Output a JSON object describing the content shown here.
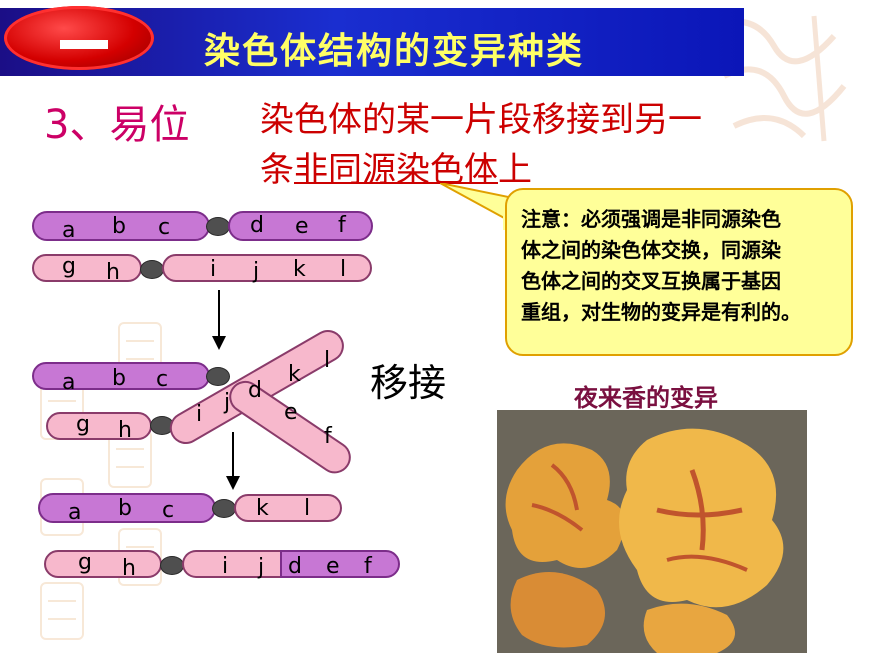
{
  "header": {
    "badge_symbol": "一",
    "title": "染色体结构的变异种类"
  },
  "section": {
    "label": "3、易位",
    "definition_line1": "染色体的某一片段移接到另一",
    "definition_line2_prefix": "条",
    "definition_line2_underlined": "非同源染色体",
    "definition_line2_suffix": "上"
  },
  "callout": {
    "line1": "注意：必须强调是非同源染色",
    "line2": "体之间的染色体交换，同源染",
    "line3": "色体之间的交叉互换属于基因",
    "line4": "重组，对生物的变异是有利的。"
  },
  "move_label": "移接",
  "flower_caption": "夜来香的变异",
  "genes": {
    "row1_left": [
      "a",
      "b",
      "c"
    ],
    "row1_right": [
      "d",
      "e",
      "f"
    ],
    "row2_left": [
      "g",
      "h"
    ],
    "row2_right": [
      "i",
      "j",
      "k",
      "l"
    ],
    "row3_left": [
      "a",
      "b",
      "c"
    ],
    "row3_cross1": [
      "k",
      "l"
    ],
    "row3_cross2": [
      "d",
      "e",
      "f"
    ],
    "row4_left": [
      "g",
      "h"
    ],
    "row4_cross": [
      "i",
      "j"
    ],
    "row5_left": [
      "a",
      "b",
      "c"
    ],
    "row5_right": [
      "k",
      "l"
    ],
    "row6_left": [
      "g",
      "h"
    ],
    "row6_right": [
      "i",
      "j",
      "d",
      "e",
      "f"
    ]
  },
  "colors": {
    "banner": "#1a2ed0",
    "title": "#ffff66",
    "section_label": "#cc0066",
    "definition": "#cc0000",
    "callout_bg": "#ffff99",
    "chrom_purple": "#c777d4",
    "chrom_pink": "#f7b8cc"
  }
}
